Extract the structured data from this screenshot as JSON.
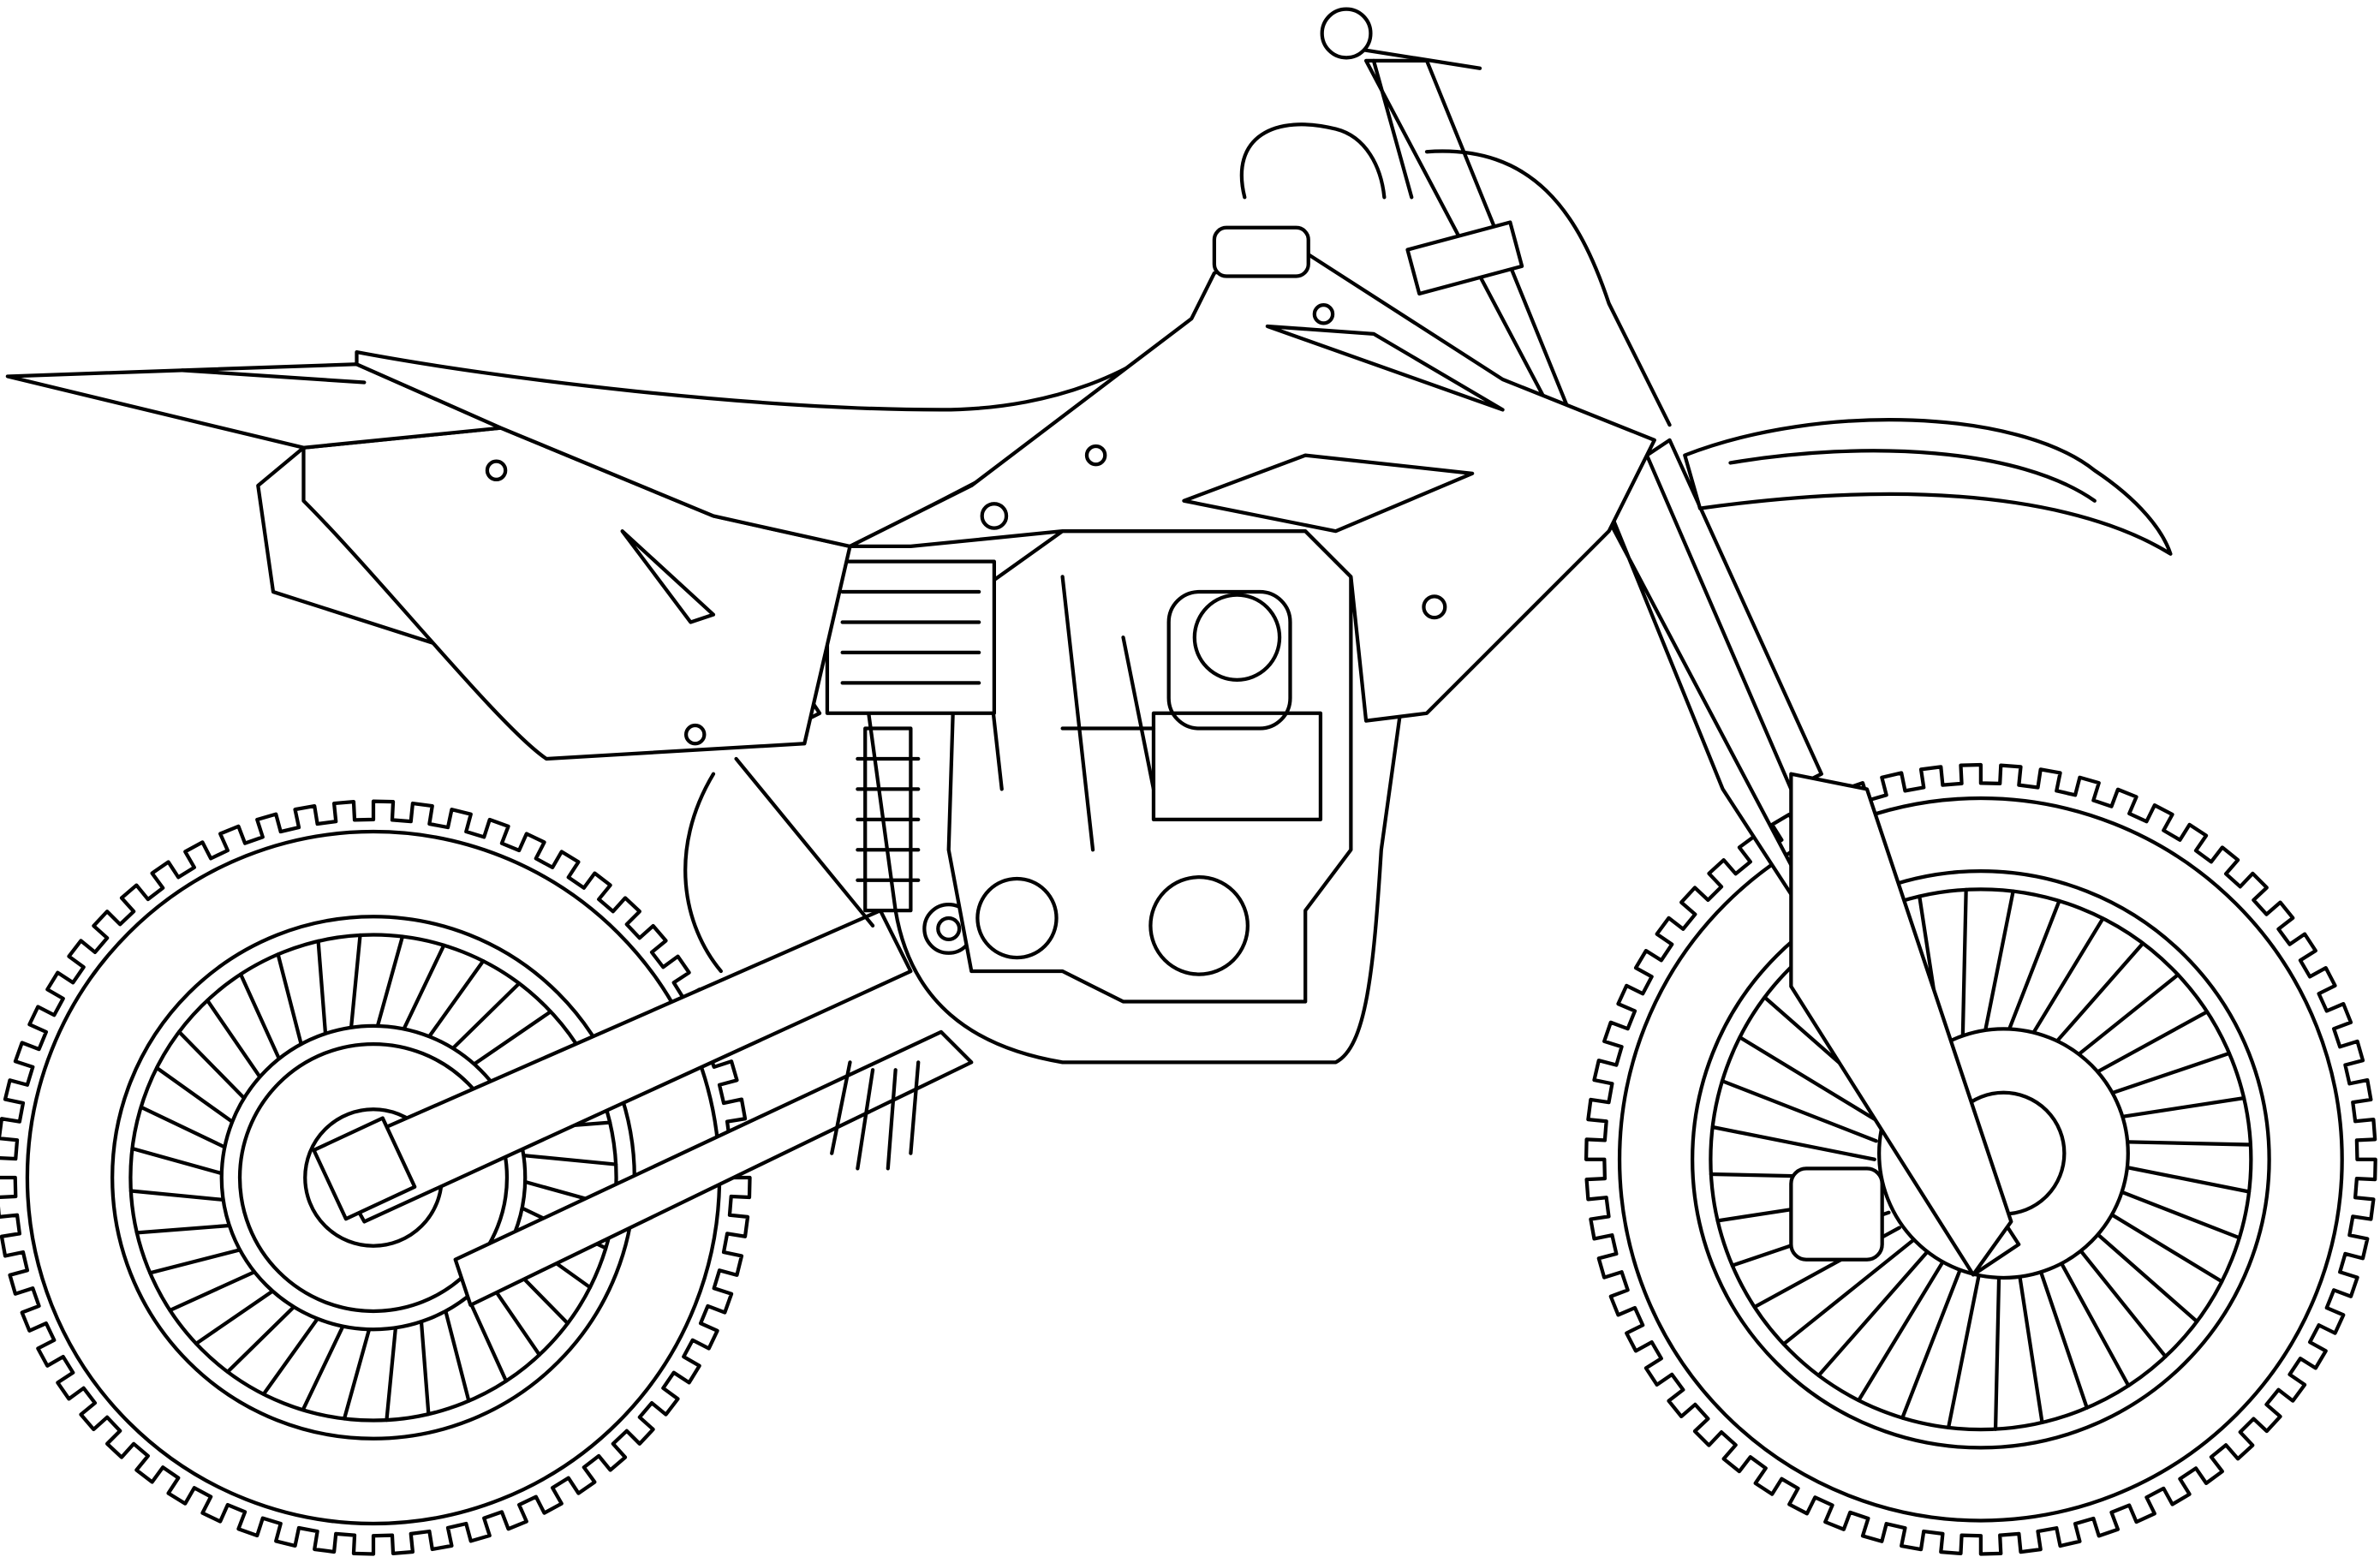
{
  "colors": {
    "line": "#000000",
    "background": "#ffffff"
  },
  "wheels": {
    "rear": {
      "spokes": 36,
      "knobs": 60
    },
    "front": {
      "spokes": 36,
      "knobs": 62
    }
  }
}
